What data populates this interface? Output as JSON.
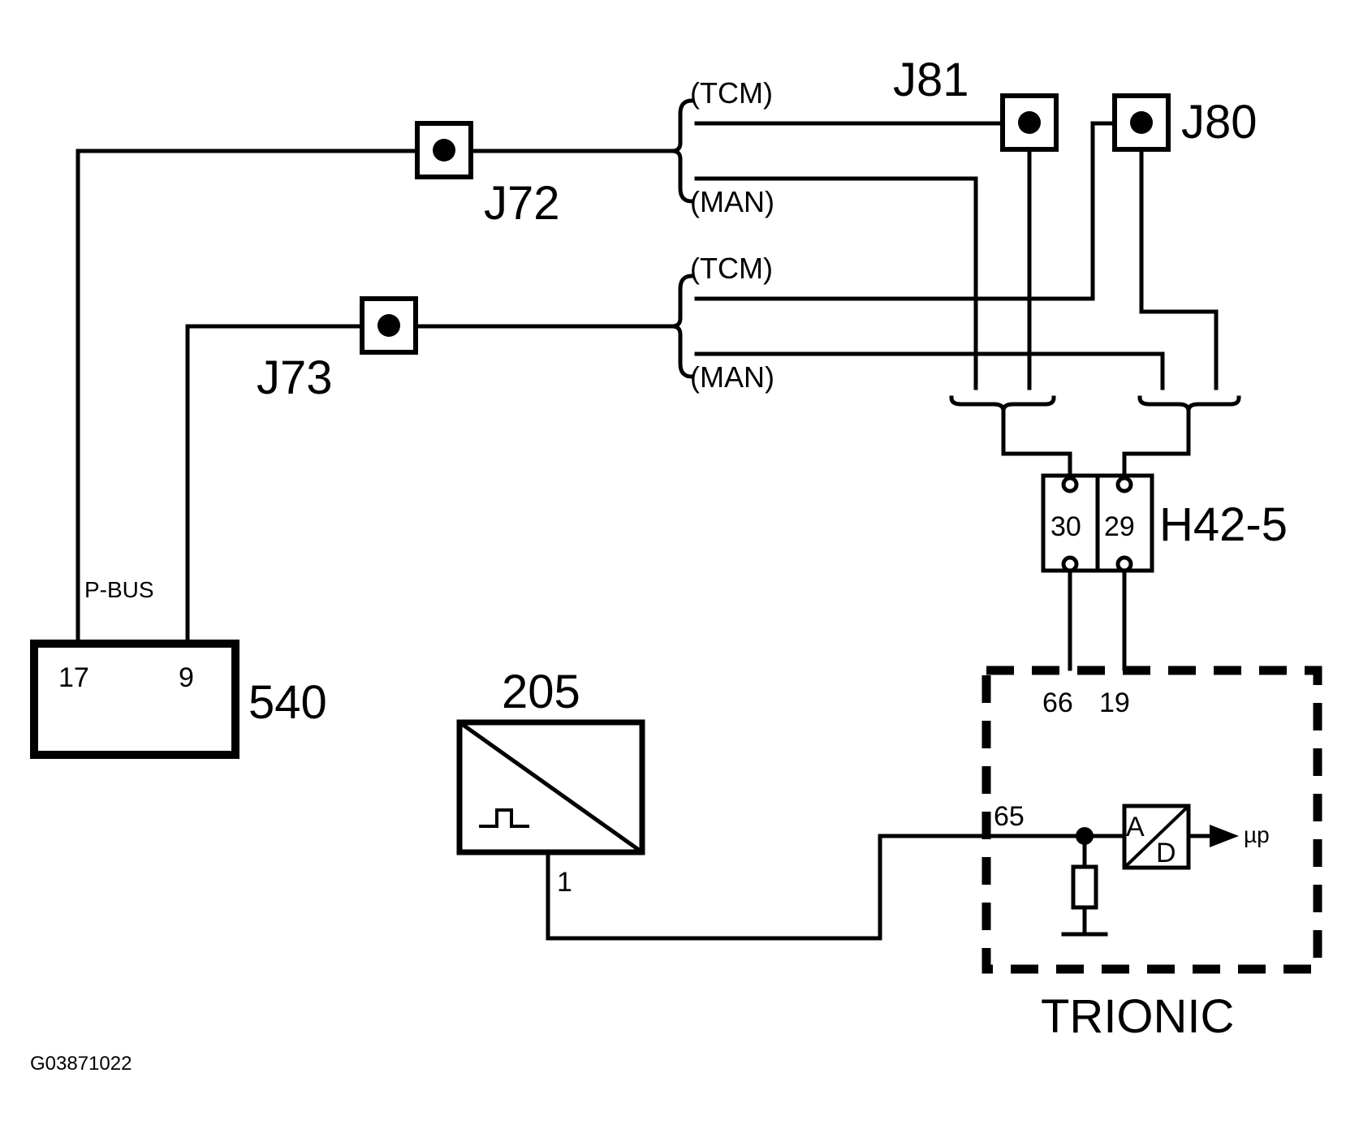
{
  "labels": {
    "j72": "J72",
    "j73": "J73",
    "j81": "J81",
    "j80": "J80",
    "h42": "H42-5",
    "ecu540": "540",
    "sensor205": "205",
    "trionic": "TRIONIC",
    "pbus": "P-BUS",
    "figure_id": "G03871022",
    "ad_a": "A",
    "ad_d": "D",
    "up": "µp"
  },
  "branch_labels": {
    "j72_tcm": "(TCM)",
    "j72_man": "(MAN)",
    "j73_tcm": "(TCM)",
    "j73_man": "(MAN)"
  },
  "pins": {
    "ecu540_a": "17",
    "ecu540_b": "9",
    "h42_left": "30",
    "h42_right": "29",
    "trionic_66": "66",
    "trionic_19": "19",
    "trionic_65": "65",
    "sensor_1": "1"
  }
}
